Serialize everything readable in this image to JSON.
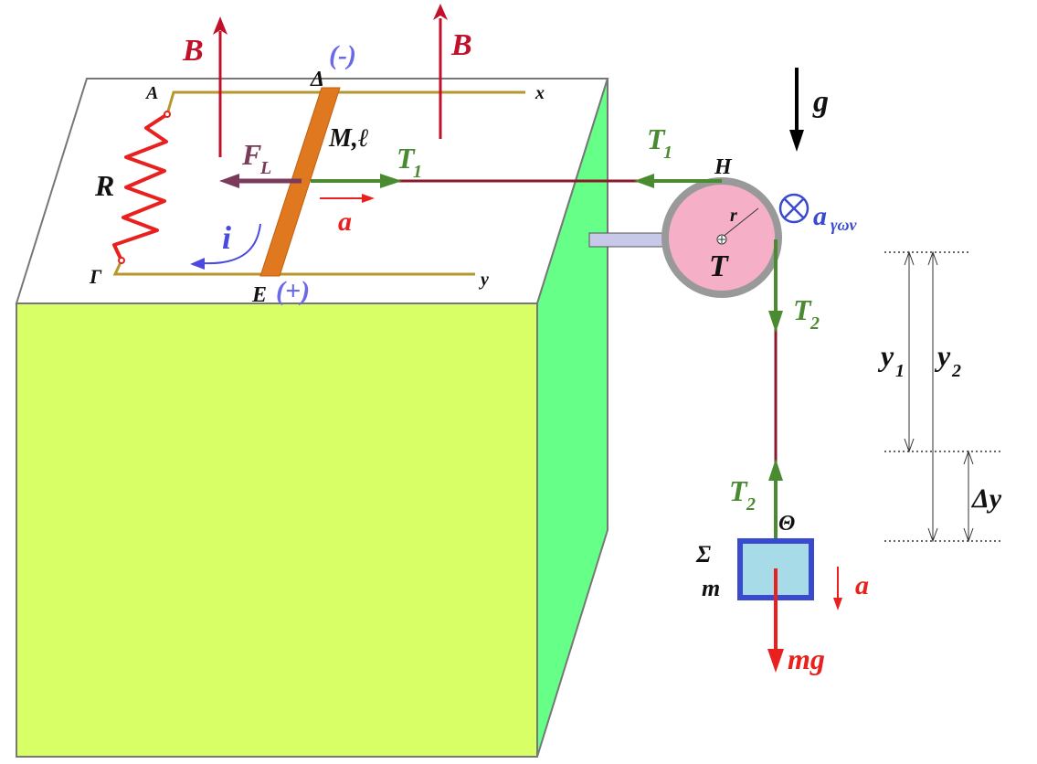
{
  "labels": {
    "B_left": "B",
    "B_right": "B",
    "minus": "(-)",
    "plus": "(+)",
    "A": "A",
    "Delta": "Δ",
    "x": "x",
    "Gamma": "Γ",
    "E": "E",
    "y": "y",
    "R": "R",
    "FL_main": "F",
    "FL_sub": "L",
    "rod": "M,ℓ",
    "T1_rod_main": "T",
    "T1_rod_sub": "1",
    "a_rod": "a",
    "i": "i",
    "T1_pulley_main": "T",
    "T1_pulley_sub": "1",
    "H": "H",
    "r": "r",
    "T_pulley": "T",
    "T2_top_main": "T",
    "T2_top_sub": "2",
    "T2_bottom_main": "T",
    "T2_bottom_sub": "2",
    "Theta": "Θ",
    "Sigma": "Σ",
    "m": "m",
    "a_mass": "a",
    "mg": "mg",
    "g": "g",
    "a_ang_main": "a",
    "a_ang_sub": "γων",
    "y1_main": "y",
    "y1_sub": "1",
    "y2_main": "y",
    "y2_sub": "2",
    "dy": "Δy"
  },
  "colors": {
    "box_front": "#d9ff66",
    "box_side": "#66ff88",
    "box_top": "#ffffff",
    "rails": "#b8962e",
    "rod": "#e07820",
    "B_field": "#c0102a",
    "tension": "#4a8a30",
    "resistor": "#e8201e",
    "current": "#4a4adf",
    "lorentz": "#7a3a5a",
    "pulley_fill": "#f5b0c8",
    "pulley_rim": "#999999",
    "mass_fill": "#a8dbe8",
    "mass_border": "#3a4acf",
    "acceleration": "#e8201e",
    "string": "#8a1a2a"
  }
}
